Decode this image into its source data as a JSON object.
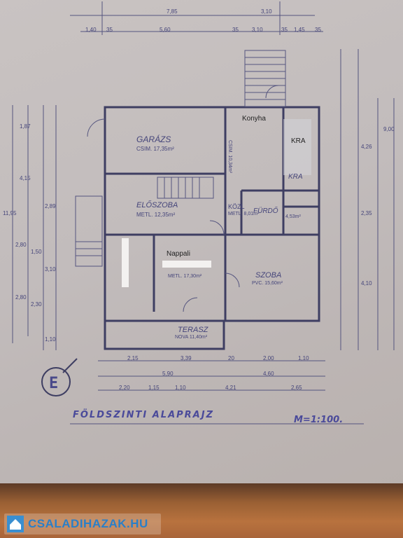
{
  "plan": {
    "title": "FÖLDSZINTI ALAPRAJZ",
    "scale": "M=1:100.",
    "overlays": {
      "konyha": "Konyha",
      "kra_top": "KRA",
      "nappali": "Nappali"
    },
    "rooms": {
      "garazs": "GARÁZS",
      "garazs_area": "CSIM. 17,35m²",
      "eloszoba": "ELŐSZOBA",
      "eloszoba_area": "METL. 12,35m²",
      "kozl": "KÖZL",
      "kozl_area": "METL. 8,01m²",
      "furdo": "FÜRDŐ",
      "furdo_area": "4,53m²",
      "kra": "KRA",
      "nappali_area": "METL. 17,30m²",
      "szoba": "SZOBA",
      "szoba_area": "PVC. 15,60m²",
      "terasz": "TERASZ",
      "terasz_area": "NOVA 11,40m²",
      "konyha_area": "CSIM. 10,34m²"
    },
    "dims": {
      "top_total": "7,85",
      "top_right": "3,10",
      "row2": [
        "1,40",
        "35",
        "5,60",
        "35",
        "3,10",
        "35",
        "1,45",
        "35"
      ],
      "bottom_row1": [
        "2,15",
        "3,39",
        "20",
        "2,00",
        "1,10"
      ],
      "bottom_row2": [
        "5,90",
        "4,60"
      ],
      "bottom_row3": [
        "2,20",
        "1,15",
        "1,10",
        "4,21",
        "2,65"
      ],
      "left": [
        "11,95",
        "1,87",
        "4,15",
        "2,89",
        "2,80",
        "1,50",
        "3,10",
        "2,80",
        "2,30",
        "1,10"
      ],
      "right": [
        "9,00",
        "4,26",
        "2,35",
        "4,10"
      ]
    }
  },
  "watermark": {
    "text": "CSALADIHAZAK.HU"
  }
}
